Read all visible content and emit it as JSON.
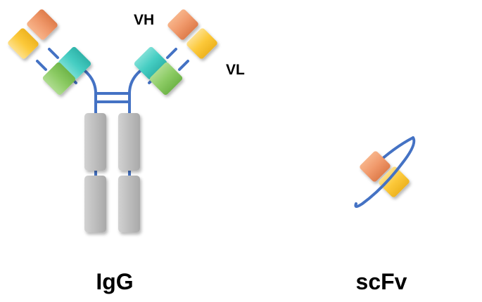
{
  "labels": {
    "vh": "VH",
    "vl": "VL",
    "igg": "IgG",
    "scfv": "scFv"
  },
  "colors": {
    "vh_orange": "#f0996b",
    "vl_yellow": "#fcc93a",
    "ch1_teal": "#45cdc2",
    "cl_green": "#8ccb64",
    "fc_gray": "#bdbdbd",
    "linker_blue": "#4472c4"
  }
}
